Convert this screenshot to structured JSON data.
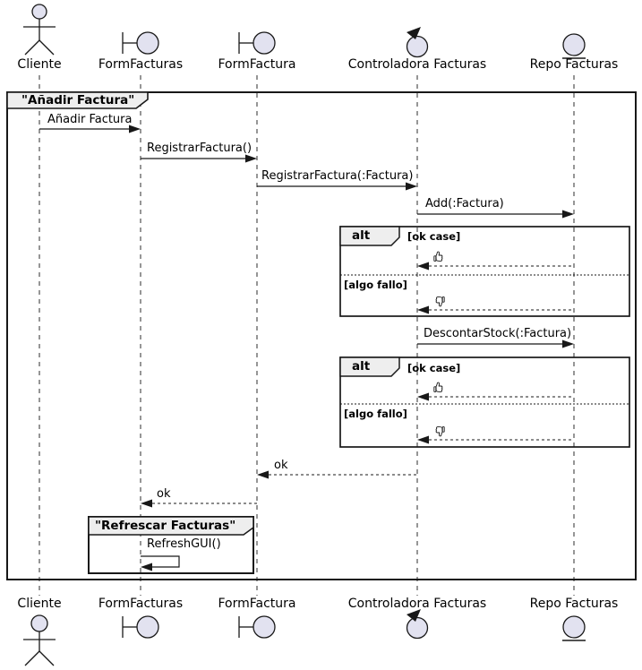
{
  "frame": {
    "title": "\"Añadir Factura\""
  },
  "participants": [
    {
      "name": "Cliente",
      "type": "actor"
    },
    {
      "name": "FormFacturas",
      "type": "boundary"
    },
    {
      "name": "FormFactura",
      "type": "boundary"
    },
    {
      "name": "Controladora Facturas",
      "type": "control"
    },
    {
      "name": "Repo Facturas",
      "type": "entity"
    }
  ],
  "messages": {
    "anadir_factura": "Añadir Factura",
    "registrar_factura": "RegistrarFactura()",
    "registrar_factura_param": "RegistrarFactura(:Factura)",
    "add_factura": "Add(:Factura)",
    "descontar_stock": "DescontarStock(:Factura)",
    "ok_to_formfactura": "ok",
    "ok_to_formfacturas": "ok",
    "refresh_gui": "RefreshGUI()"
  },
  "alt_blocks": [
    {
      "operator": "alt",
      "guard_success": "[ok case]",
      "guard_failure": "[algo fallo]",
      "success_icon": "thumbs-up",
      "failure_icon": "thumbs-down"
    },
    {
      "operator": "alt",
      "guard_success": "[ok case]",
      "guard_failure": "[algo fallo]",
      "success_icon": "thumbs-up",
      "failure_icon": "thumbs-down"
    }
  ],
  "group": {
    "title": "\"Refrescar Facturas\""
  },
  "colors": {
    "line": "#181818",
    "icon_fill": "#E2E2F0",
    "tab_fill": "#EEEEEE",
    "background": "#FFFFFF"
  }
}
